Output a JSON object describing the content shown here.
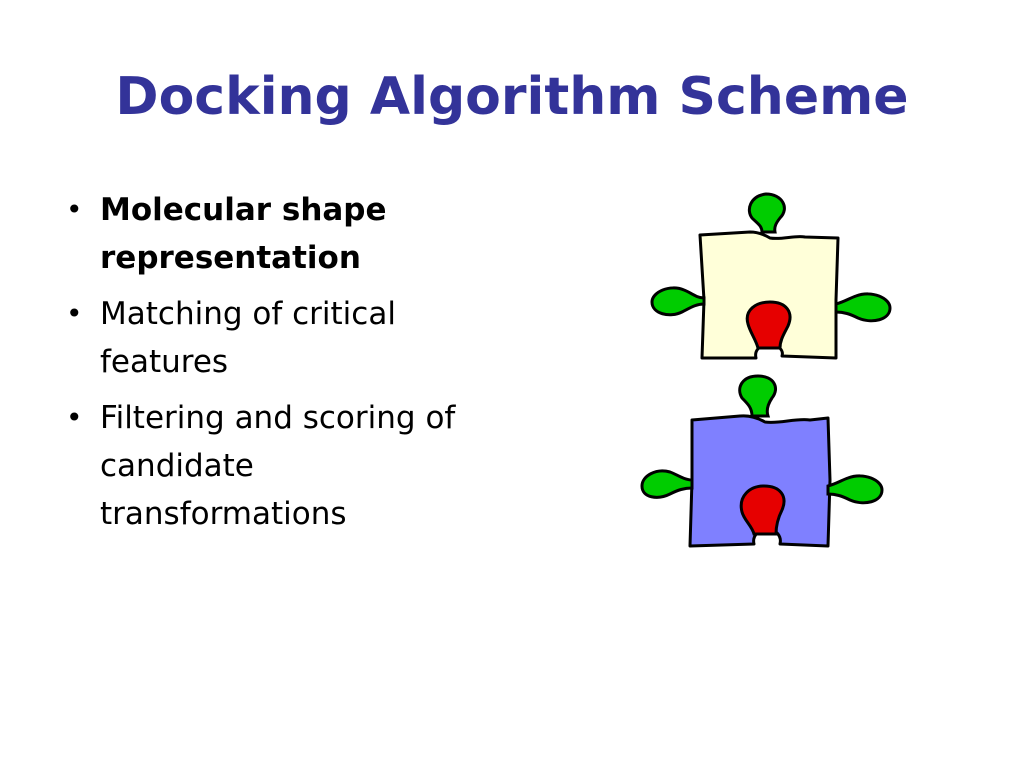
{
  "slide": {
    "title": "Docking Algorithm Scheme",
    "bullets": [
      {
        "text": "Molecular shape representation",
        "bold": true
      },
      {
        "text": "Matching of critical features",
        "bold": false
      },
      {
        "text": "Filtering and scoring of candidate transformations",
        "bold": false
      }
    ],
    "bullet_symbol": "•"
  },
  "figure": {
    "top_piece_color": "#ffffd9",
    "bottom_piece_color": "#7f80ff",
    "knob_color": "#00cc00",
    "socket_color": "#e60000",
    "outline_color": "#000000"
  }
}
